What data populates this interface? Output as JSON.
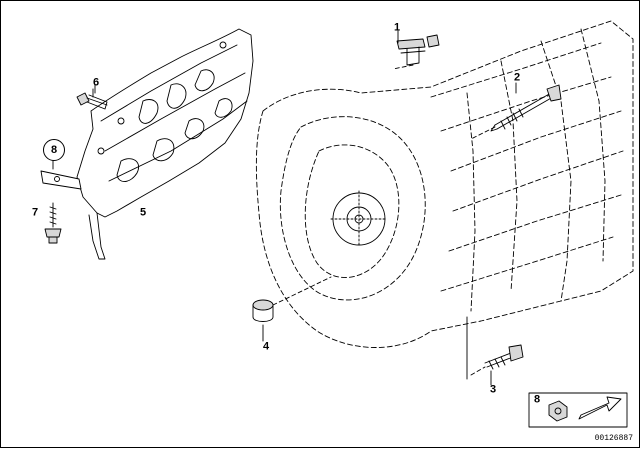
{
  "callouts": {
    "c1": "1",
    "c2": "2",
    "c3": "3",
    "c4": "4",
    "c5": "5",
    "c6": "6",
    "c7": "7",
    "c8_ring": "8",
    "c8_inset": "8"
  },
  "document_number": "00126887",
  "colors": {
    "line": "#000000",
    "background": "#ffffff",
    "shade": "#d8d8d8"
  }
}
